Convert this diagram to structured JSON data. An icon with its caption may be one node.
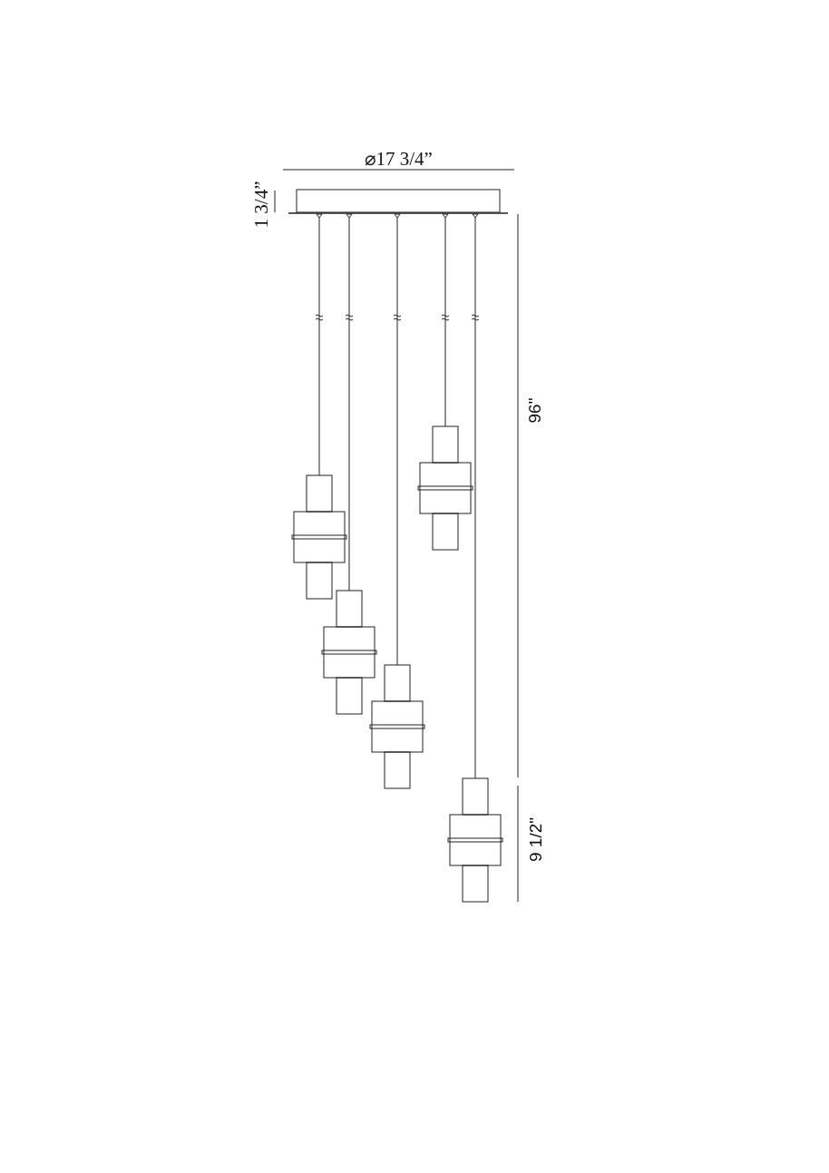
{
  "diagram": {
    "labels": [
      "⌀17 3/4”",
      "1 3/4”",
      "96\"",
      "9 1/2\""
    ]
  }
}
